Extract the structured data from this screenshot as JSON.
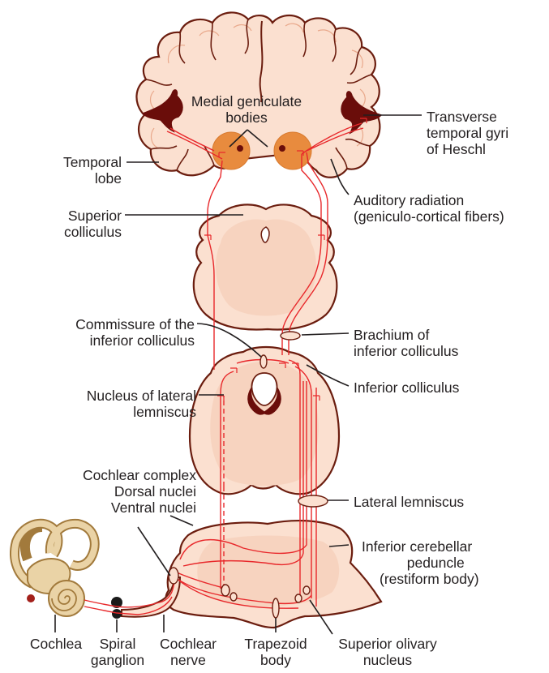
{
  "colors": {
    "tissue_fill": "#fbe0d0",
    "tissue_inner": "#f7d3bf",
    "outline": "#6b1d0f",
    "pathway": "#e8282b",
    "nucleus": "#e88b3e",
    "sulcus": "#6a0d0a",
    "ear_fill": "#ead3a6",
    "ear_outline": "#a27a3c",
    "leader": "#231f20"
  },
  "labels": {
    "medial_geniculate": [
      "Medial geniculate",
      "bodies"
    ],
    "transverse_temporal": [
      "Transverse",
      "temporal gyri",
      "of Heschl"
    ],
    "temporal_lobe": [
      "Temporal",
      "lobe"
    ],
    "auditory_radiation": [
      "Auditory radiation",
      "(geniculo-cortical fibers)"
    ],
    "superior_colliculus": [
      "Superior",
      "colliculus"
    ],
    "commissure": [
      "Commissure of the",
      "inferior colliculus"
    ],
    "brachium": [
      "Brachium of",
      "inferior colliculus"
    ],
    "inferior_colliculus": [
      "Inferior colliculus"
    ],
    "nucleus_lateral_lemniscus": [
      "Nucleus of lateral",
      "lemniscus"
    ],
    "cochlear_complex": [
      "Cochlear complex",
      "Dorsal nuclei",
      "Ventral nuclei"
    ],
    "lateral_lemniscus": [
      "Lateral lemniscus"
    ],
    "inferior_cerebellar": [
      "Inferior cerebellar",
      "peduncle",
      "(restiform body)"
    ],
    "cochlea": [
      "Cochlea"
    ],
    "spiral_ganglion": [
      "Spiral",
      "ganglion"
    ],
    "cochlear_nerve": [
      "Cochlear",
      "nerve"
    ],
    "trapezoid_body": [
      "Trapezoid",
      "body"
    ],
    "superior_olivary": [
      "Superior olivary",
      "nucleus"
    ]
  }
}
